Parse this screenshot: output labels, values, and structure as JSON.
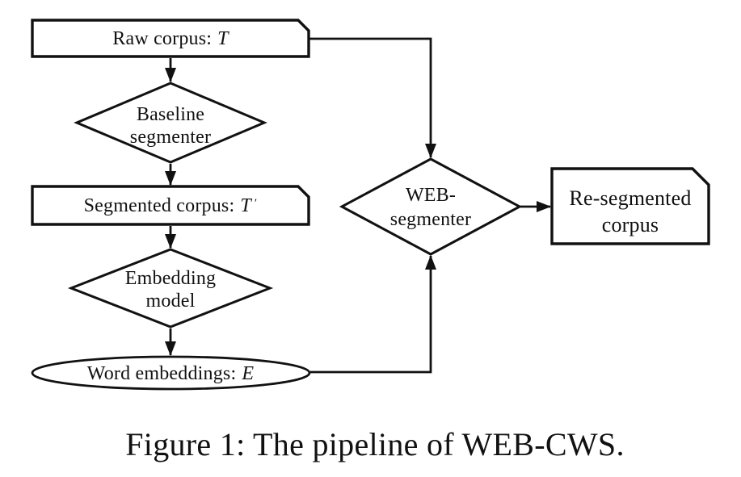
{
  "figure": {
    "caption": "Figure 1: The pipeline of WEB-CWS."
  },
  "palette": {
    "ink": "#111111",
    "paper": "#ffffff"
  },
  "diagram": {
    "nodes": {
      "raw_corpus": {
        "shape": "card",
        "label": "Raw corpus:",
        "variable": "T"
      },
      "baseline_segmenter": {
        "shape": "diamond",
        "line1": "Baseline",
        "line2": "segmenter"
      },
      "segmented_corpus": {
        "shape": "card",
        "label": "Segmented corpus:",
        "variable": "T",
        "prime": "′"
      },
      "embedding_model": {
        "shape": "diamond",
        "line1": "Embedding",
        "line2": "model"
      },
      "word_embeddings": {
        "shape": "ellipse",
        "label": "Word embeddings:",
        "variable": "E"
      },
      "web_segmenter": {
        "shape": "diamond",
        "line1": "WEB-",
        "line2": "segmenter"
      },
      "resegmented_corpus": {
        "shape": "card",
        "line1": "Re-segmented",
        "line2": "corpus"
      }
    },
    "edges": [
      {
        "from": "raw_corpus",
        "to": "baseline_segmenter",
        "type": "arrow"
      },
      {
        "from": "baseline_segmenter",
        "to": "segmented_corpus",
        "type": "arrow"
      },
      {
        "from": "segmented_corpus",
        "to": "embedding_model",
        "type": "arrow"
      },
      {
        "from": "embedding_model",
        "to": "word_embeddings",
        "type": "arrow"
      },
      {
        "from": "raw_corpus",
        "to": "web_segmenter",
        "type": "arrow"
      },
      {
        "from": "word_embeddings",
        "to": "web_segmenter",
        "type": "arrow"
      },
      {
        "from": "web_segmenter",
        "to": "resegmented_corpus",
        "type": "arrow"
      }
    ]
  }
}
